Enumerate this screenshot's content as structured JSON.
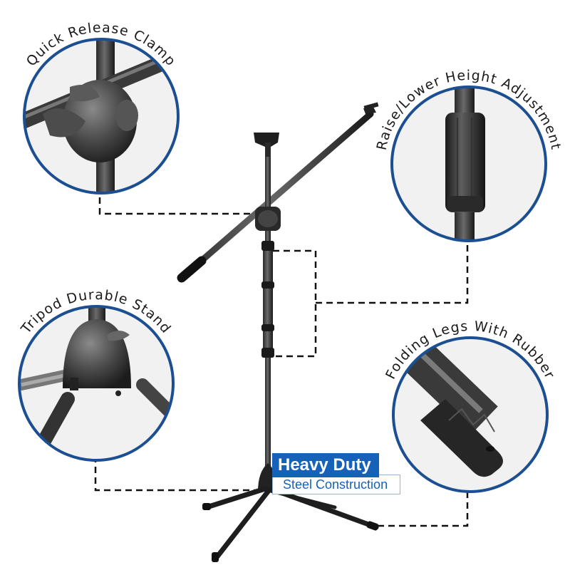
{
  "callouts": {
    "clamp": {
      "label": "Quick Release Clamp"
    },
    "height": {
      "label": "Raise/Lower Height Adjustment"
    },
    "tripod": {
      "label": "Tripod Durable Stand"
    },
    "legs": {
      "label": "Folding Legs With Rubber"
    }
  },
  "badge": {
    "title": "Heavy Duty",
    "subtitle": "Steel Construction"
  },
  "colors": {
    "circle_border": "#1b4f91",
    "badge_blue": "#1662b8",
    "dash_line": "#111111",
    "stand_black": "#1e1e1e"
  }
}
